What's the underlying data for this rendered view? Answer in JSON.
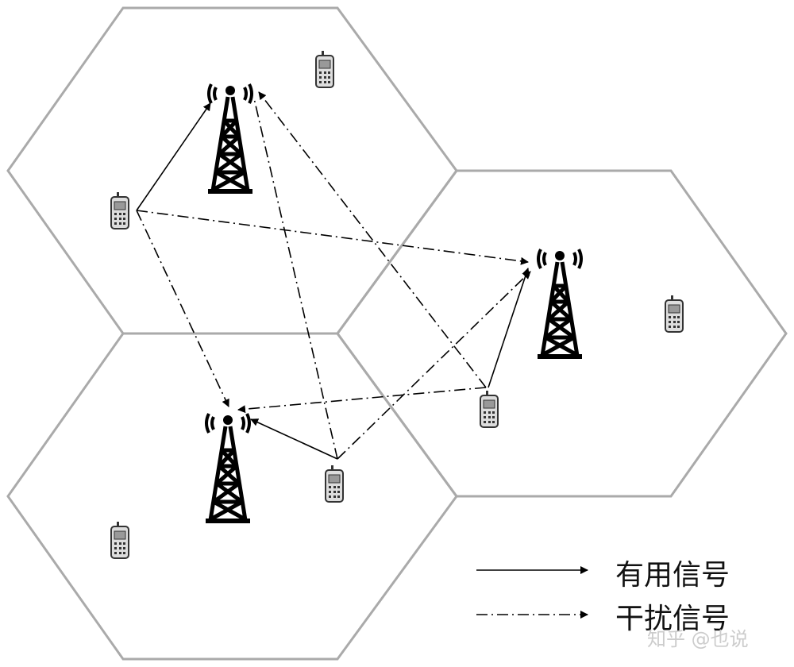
{
  "legend": {
    "useful_signal": "有用信号",
    "interference_signal": "干扰信号"
  },
  "watermark": "知乎 @也说",
  "colors": {
    "hex": "#aaaaaa",
    "line": "#000000"
  }
}
